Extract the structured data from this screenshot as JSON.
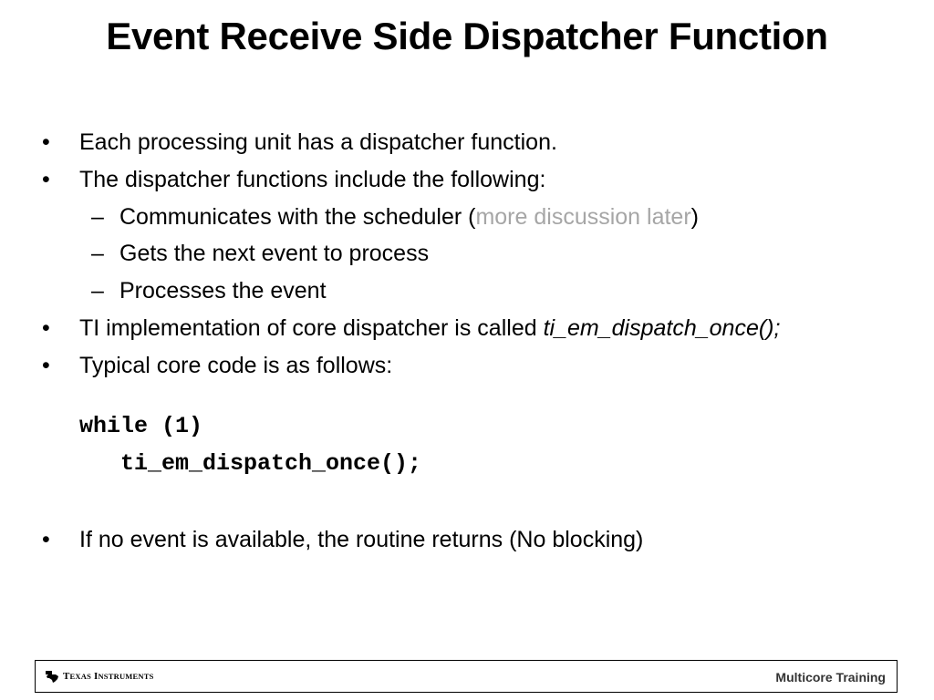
{
  "slide": {
    "title": "Event Receive Side Dispatcher Function",
    "bullet_glyph": "•",
    "dash_glyph": "–",
    "items": [
      {
        "text": "Each processing unit has a dispatcher function."
      },
      {
        "text": "The dispatcher functions include the following:"
      },
      {
        "text_before": "Communicates with the scheduler (",
        "muted": "more discussion later",
        "text_after": ")"
      },
      {
        "text": "Gets the next event to process"
      },
      {
        "text": "Processes the event"
      },
      {
        "text": "TI implementation of core dispatcher is called ",
        "emphasis": "ti_em_dispatch_once();"
      },
      {
        "text": "Typical core code is as follows:"
      },
      {
        "text": "If no event is available, the routine returns (No blocking)"
      }
    ],
    "code": [
      "while (1)",
      "ti_em_dispatch_once();"
    ],
    "muted_color": "#a6a6a6"
  },
  "footer": {
    "logo_icon": "texas-state-icon",
    "company_first": "T",
    "company_first_rest": "EXAS",
    "company_second": "I",
    "company_second_rest": "NSTRUMENTS",
    "right_label": "Multicore Training"
  }
}
